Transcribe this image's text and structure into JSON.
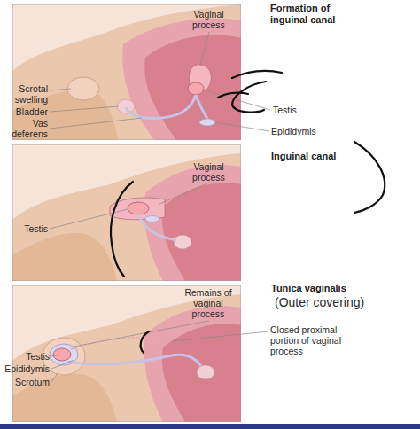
{
  "diagram": {
    "labels": [
      "Formation of inguinal canal",
      "Vaginal process",
      "Scrotal swelling",
      "Bladder",
      "Vas deferens",
      "Testis",
      "Epididymis",
      "Inguinal canal",
      "Vaginal process",
      "Testis",
      "Remains of vaginal process",
      "Tunica vaginalis",
      "(Outer covering)",
      "Closed proximal portion of vaginal process",
      "Testis",
      "Epididymis",
      "Scrotum"
    ]
  }
}
